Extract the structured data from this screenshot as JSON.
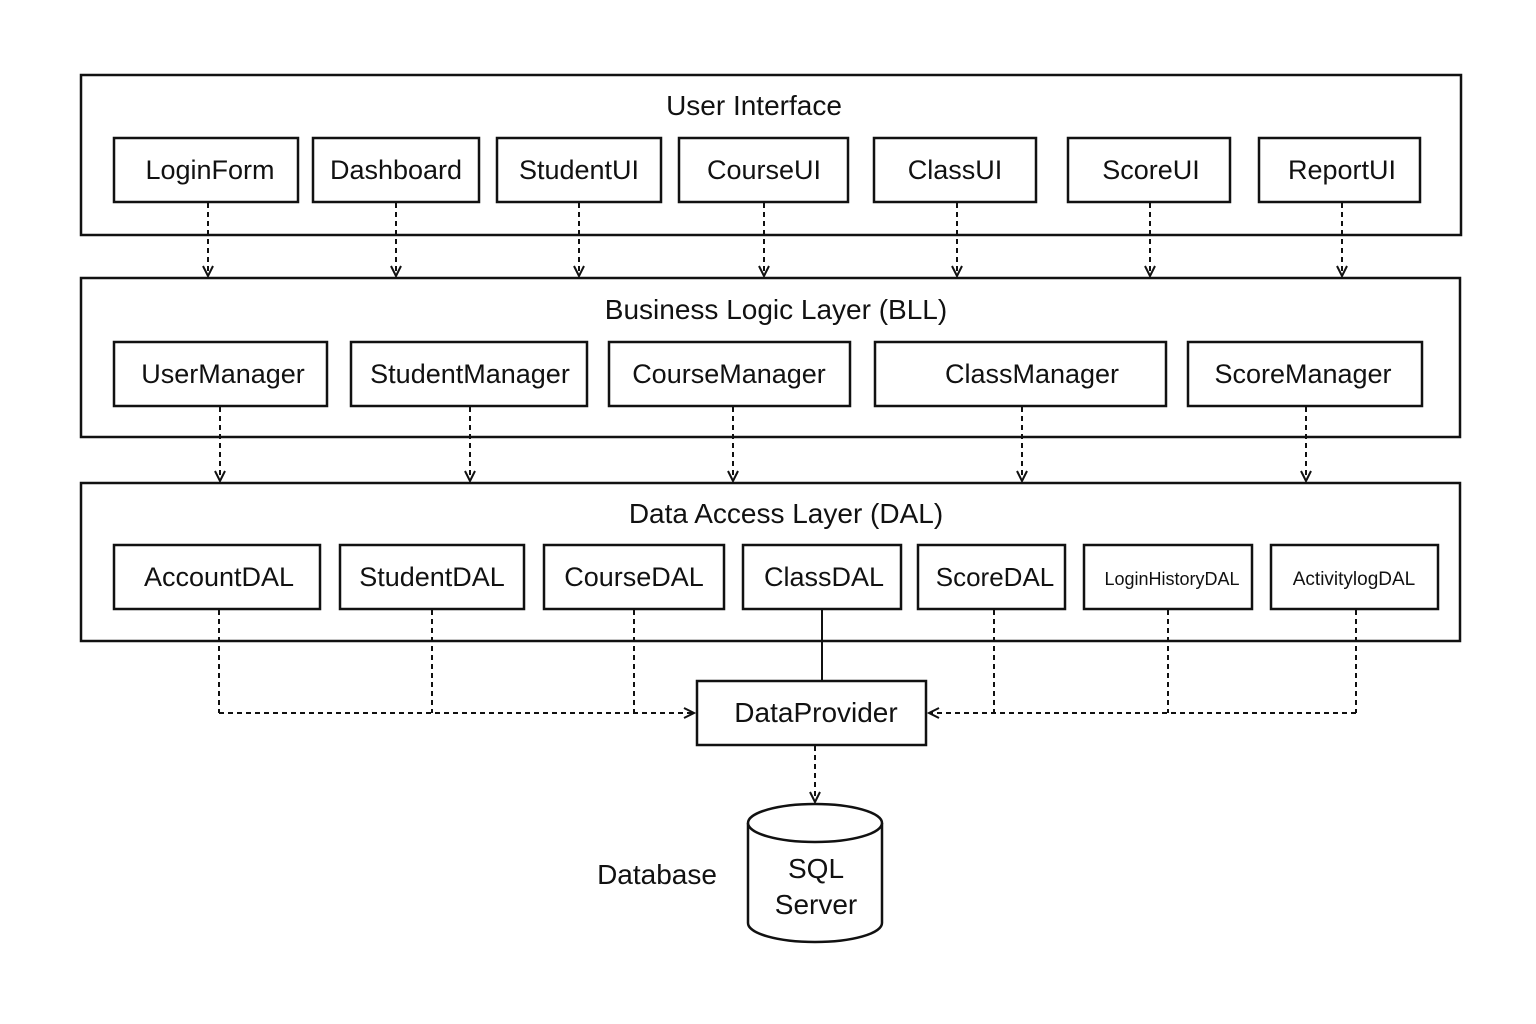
{
  "layers": [
    {
      "id": "ui",
      "title": "User Interface",
      "components": [
        "LoginForm",
        "Dashboard",
        "StudentUI",
        "CourseUI",
        "ClassUI",
        "ScoreUI",
        "ReportUI"
      ]
    },
    {
      "id": "bll",
      "title": "Business Logic Layer (BLL)",
      "components": [
        "UserManager",
        "StudentManager",
        "CourseManager",
        "ClassManager",
        "ScoreManager"
      ]
    },
    {
      "id": "dal",
      "title": "Data Access Layer (DAL)",
      "components": [
        "AccountDAL",
        "StudentDAL",
        "CourseDAL",
        "ClassDAL",
        "ScoreDAL",
        "LoginHistoryDAL",
        "ActivitylogDAL"
      ]
    }
  ],
  "data_provider": {
    "label": "DataProvider"
  },
  "database": {
    "caption": "Database",
    "label_line1": "SQL",
    "label_line2": "Server"
  },
  "colors": {
    "stroke": "#111111",
    "background": "#ffffff"
  }
}
